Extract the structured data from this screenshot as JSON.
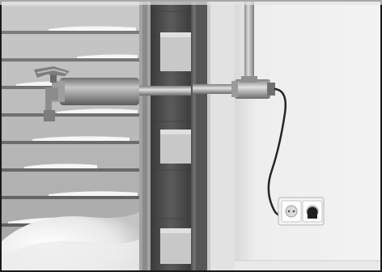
{
  "scene": {
    "subject": "cross-section-wall-heat-trace-cable",
    "colors": {
      "siding": "#bdbdbd",
      "siding_shadow": "#6e6e6e",
      "snow": "#f4f4f4",
      "wall_core": "#4d4d4d",
      "block": "#c9c9c9",
      "interior_wall": "#e6e6e6",
      "pipe": "#b9b9b9",
      "cable": "#2b2b2b",
      "outlet": "#f2f2f2",
      "border": "#1c1c1c"
    },
    "icons": [
      "outdoor-faucet",
      "water-pipe",
      "heat-trace-cable",
      "power-outlet",
      "plug"
    ]
  }
}
